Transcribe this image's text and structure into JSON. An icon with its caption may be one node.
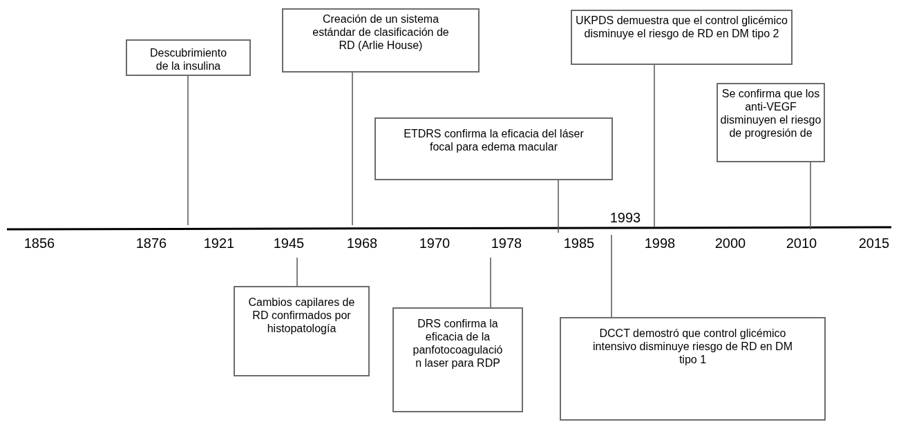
{
  "diagram": {
    "nodes": [
      {
        "text": [
          "Descubrimiento de la insulina"
        ]
      },
      {
        "text": [
          "Creación de un sistema estándar de clasificación de RD (Arlie House)"
        ]
      },
      {
        "text": [
          "ETDRS confirma la eficacia del láser focal para edema macular"
        ]
      },
      {
        "text": [
          "UKPDS demuestra que el control glicémico disminuye el riesgo de RD en DM tipo 2"
        ]
      },
      {
        "text": [
          "Se confirma que los anti-VEGF disminuyen el riesgo de progresión de"
        ]
      },
      {
        "text": [
          "Cambios capilares de RD confirmados por histopatología"
        ]
      },
      {
        "text": [
          "DRS confirma la eficacia de la panfotocoagulació n laser para RDP"
        ]
      },
      {
        "text": [
          "DCCT demostró que control glicémico intensivo disminuye riesgo de RD en DM tipo 1"
        ]
      }
    ],
    "edges": [
      {
        "from": 0,
        "to": null,
        "arrow": "none"
      },
      {
        "from": 1,
        "to": null,
        "arrow": "none"
      },
      {
        "from": 2,
        "to": null,
        "arrow": "none"
      },
      {
        "from": 3,
        "to": null,
        "arrow": "none"
      },
      {
        "from": 4,
        "to": null,
        "arrow": "none"
      },
      {
        "from": 5,
        "to": null,
        "arrow": "none"
      },
      {
        "from": 6,
        "to": null,
        "arrow": "none"
      },
      {
        "from": 7,
        "to": null,
        "arrow": "none"
      }
    ],
    "labels": [
      "1993",
      "1856",
      "1876",
      "1921",
      "1945",
      "1968",
      "1970",
      "1978",
      "1985",
      "1998",
      "2000",
      "2010",
      "2015"
    ]
  }
}
